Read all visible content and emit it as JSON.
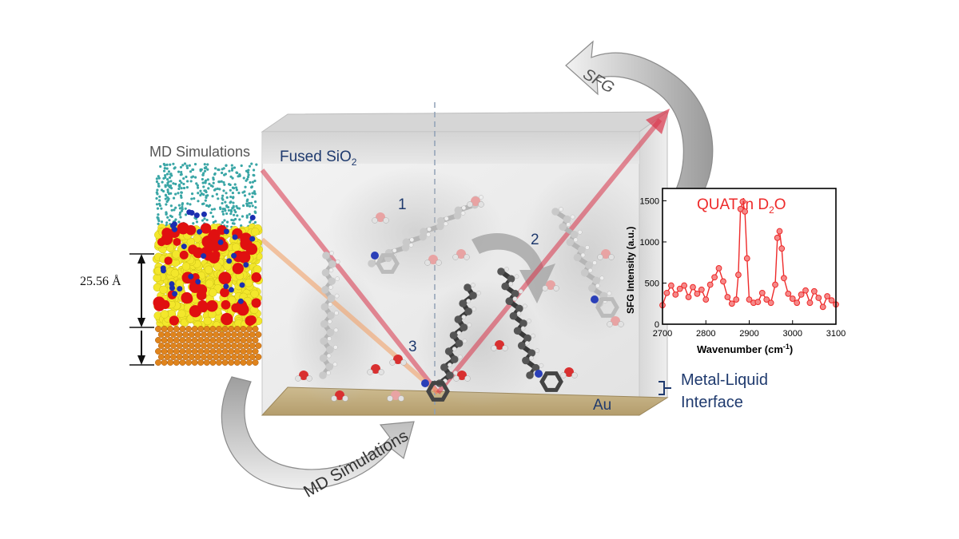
{
  "figure": {
    "md_panel": {
      "title": "MD Simulations",
      "thickness_label": "25.56 Å"
    },
    "cell": {
      "window_label_main": "Fused SiO",
      "window_label_sub": "2",
      "electrode_label": "Au",
      "interface_label_line1": "Metal-Liquid",
      "interface_label_line2": "Interface",
      "site_labels": [
        "1",
        "2",
        "3"
      ]
    },
    "arrows": {
      "top_arrow_label": "SFG",
      "bottom_arrow_label": "MD Simulations"
    },
    "colors": {
      "beam": "#d9344a",
      "beam_orange": "#f2a36b",
      "water_surface": "#3aa6a6",
      "surfactant_layer": "#f3e72b",
      "oxygen": "#e01010",
      "nitrogen": "#1b2fb0",
      "gold": "#e0841c",
      "electrode": "#c8b58a",
      "label_blue": "#1f3a6e",
      "spectrum": "#ee2a2a"
    }
  },
  "chart_data": {
    "type": "scatter",
    "title_main": "QUAT in D",
    "title_sub": "2",
    "title_tail": "O",
    "xlabel_main": "Wavenumber (cm",
    "xlabel_sup": "-1",
    "xlabel_tail": ")",
    "ylabel": "SFG Intensity (a.u.)",
    "xlim": [
      2700,
      3100
    ],
    "ylim": [
      0,
      1650
    ],
    "xticks": [
      2700,
      2800,
      2900,
      3000,
      3100
    ],
    "yticks": [
      0,
      500,
      1000,
      1500
    ],
    "series": [
      {
        "x": [
          2700,
          2710,
          2720,
          2730,
          2740,
          2750,
          2760,
          2770,
          2780,
          2790,
          2800,
          2810,
          2820,
          2830,
          2840,
          2850,
          2860,
          2870,
          2875,
          2880,
          2885,
          2890,
          2895,
          2900,
          2910,
          2920,
          2930,
          2940,
          2950,
          2960,
          2965,
          2970,
          2975,
          2980,
          2990,
          3000,
          3010,
          3020,
          3030,
          3040,
          3050,
          3060,
          3070,
          3080,
          3090,
          3100
        ],
        "y": [
          230,
          380,
          470,
          360,
          430,
          470,
          330,
          450,
          370,
          420,
          300,
          480,
          570,
          680,
          520,
          330,
          250,
          300,
          600,
          1400,
          1490,
          1370,
          800,
          300,
          260,
          270,
          380,
          300,
          260,
          480,
          1050,
          1130,
          920,
          560,
          370,
          310,
          260,
          360,
          410,
          260,
          400,
          320,
          210,
          340,
          290,
          240
        ]
      }
    ]
  }
}
